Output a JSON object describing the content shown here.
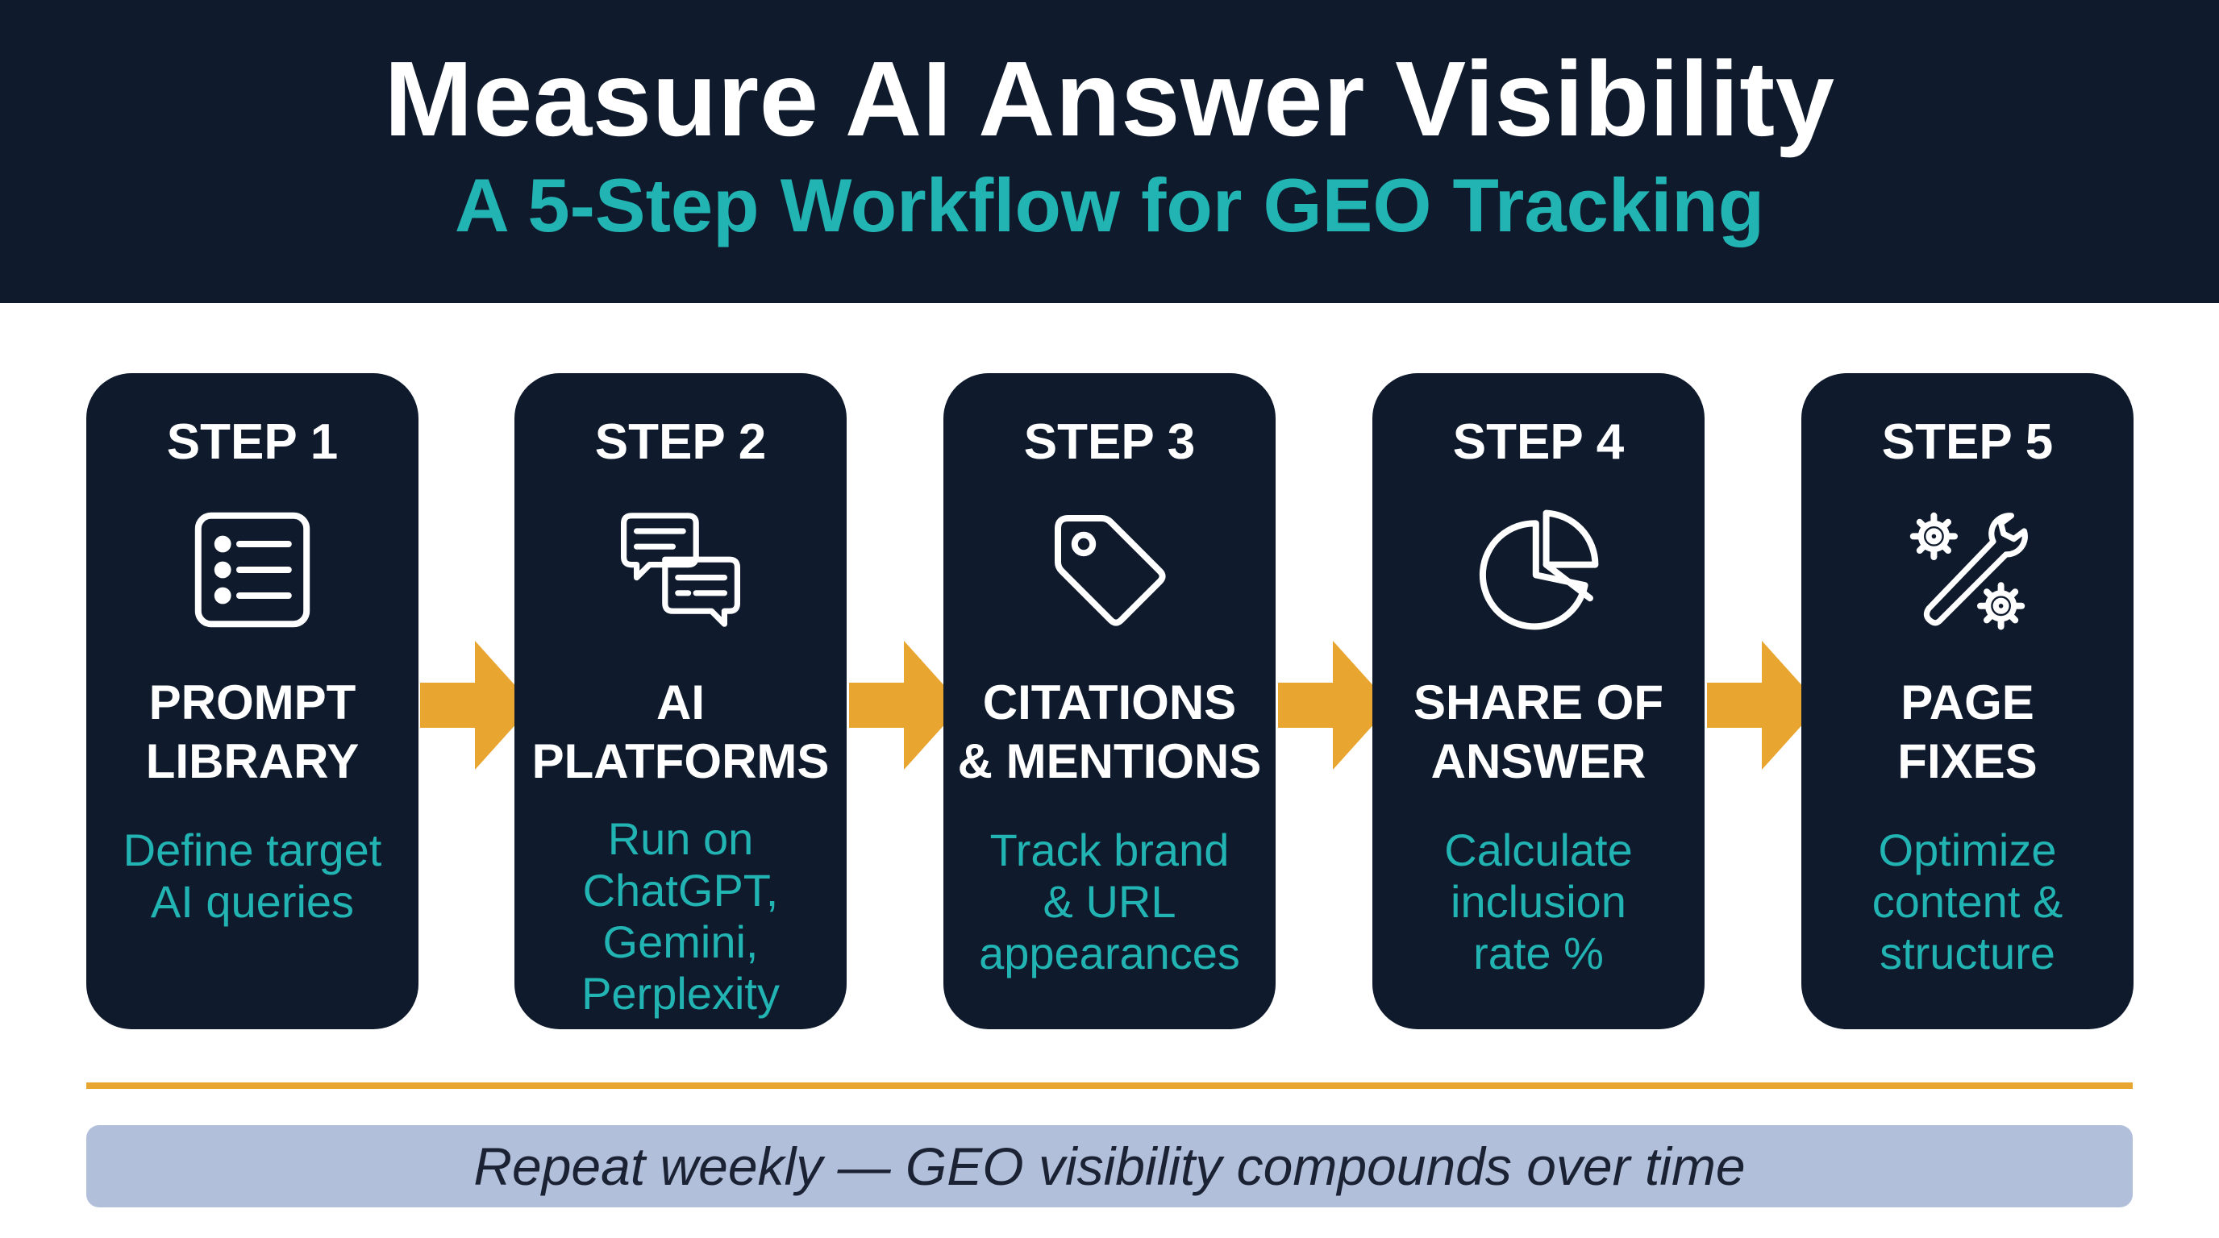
{
  "header": {
    "title": "Measure AI Answer Visibility",
    "subtitle": "A 5-Step Workflow for GEO Tracking"
  },
  "steps": [
    {
      "step": "STEP 1",
      "icon": "list-icon",
      "name": [
        "PROMPT",
        "LIBRARY"
      ],
      "desc": [
        "Define target",
        "AI queries"
      ]
    },
    {
      "step": "STEP 2",
      "icon": "chat-bubbles-icon",
      "name": [
        "AI",
        "PLATFORMS"
      ],
      "desc": [
        "Run on",
        "ChatGPT,",
        "Gemini,",
        "Perplexity"
      ]
    },
    {
      "step": "STEP 3",
      "icon": "tag-icon",
      "name": [
        "CITATIONS",
        "& MENTIONS"
      ],
      "desc": [
        "Track brand",
        "& URL",
        "appearances"
      ]
    },
    {
      "step": "STEP 4",
      "icon": "pie-chart-icon",
      "name": [
        "SHARE OF",
        "ANSWER"
      ],
      "desc": [
        "Calculate",
        "inclusion",
        "rate %"
      ]
    },
    {
      "step": "STEP 5",
      "icon": "wrench-gears-icon",
      "name": [
        "PAGE",
        "FIXES"
      ],
      "desc": [
        "Optimize",
        "content &",
        "structure"
      ]
    }
  ],
  "footer": {
    "text": "Repeat weekly — GEO visibility compounds over time"
  },
  "colors": {
    "navy": "#0f1b2d",
    "teal": "#22b3b3",
    "orange": "#e8a530",
    "footer_bg": "#b2bfdb"
  }
}
